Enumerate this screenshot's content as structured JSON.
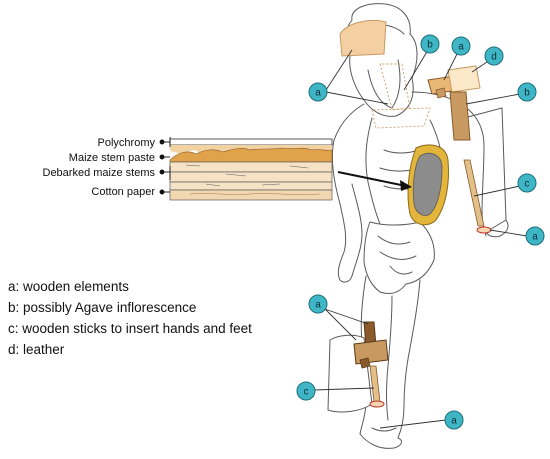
{
  "layer_labels": [
    "Polychromy",
    "Maize stem paste",
    "Debarked maize stems",
    "Cotton paper"
  ],
  "legend": [
    "a: wooden elements",
    "b: possibly Agave inflorescence",
    "c: wooden sticks to insert hands and feet",
    "d: leather"
  ],
  "markers": {
    "a": "a",
    "b": "b",
    "c": "c",
    "d": "d"
  },
  "colors": {
    "marker_fill": "#3fb6c6",
    "marker_stroke": "#1d6f7a",
    "wood": "#c89a62",
    "wood_dark": "#8a5a2b",
    "paste": "#e0a24a",
    "paper": "#f6e3c6",
    "cavity": "#8c8c8c",
    "cavity_rim": "#e3b53b",
    "line": "#333333"
  }
}
